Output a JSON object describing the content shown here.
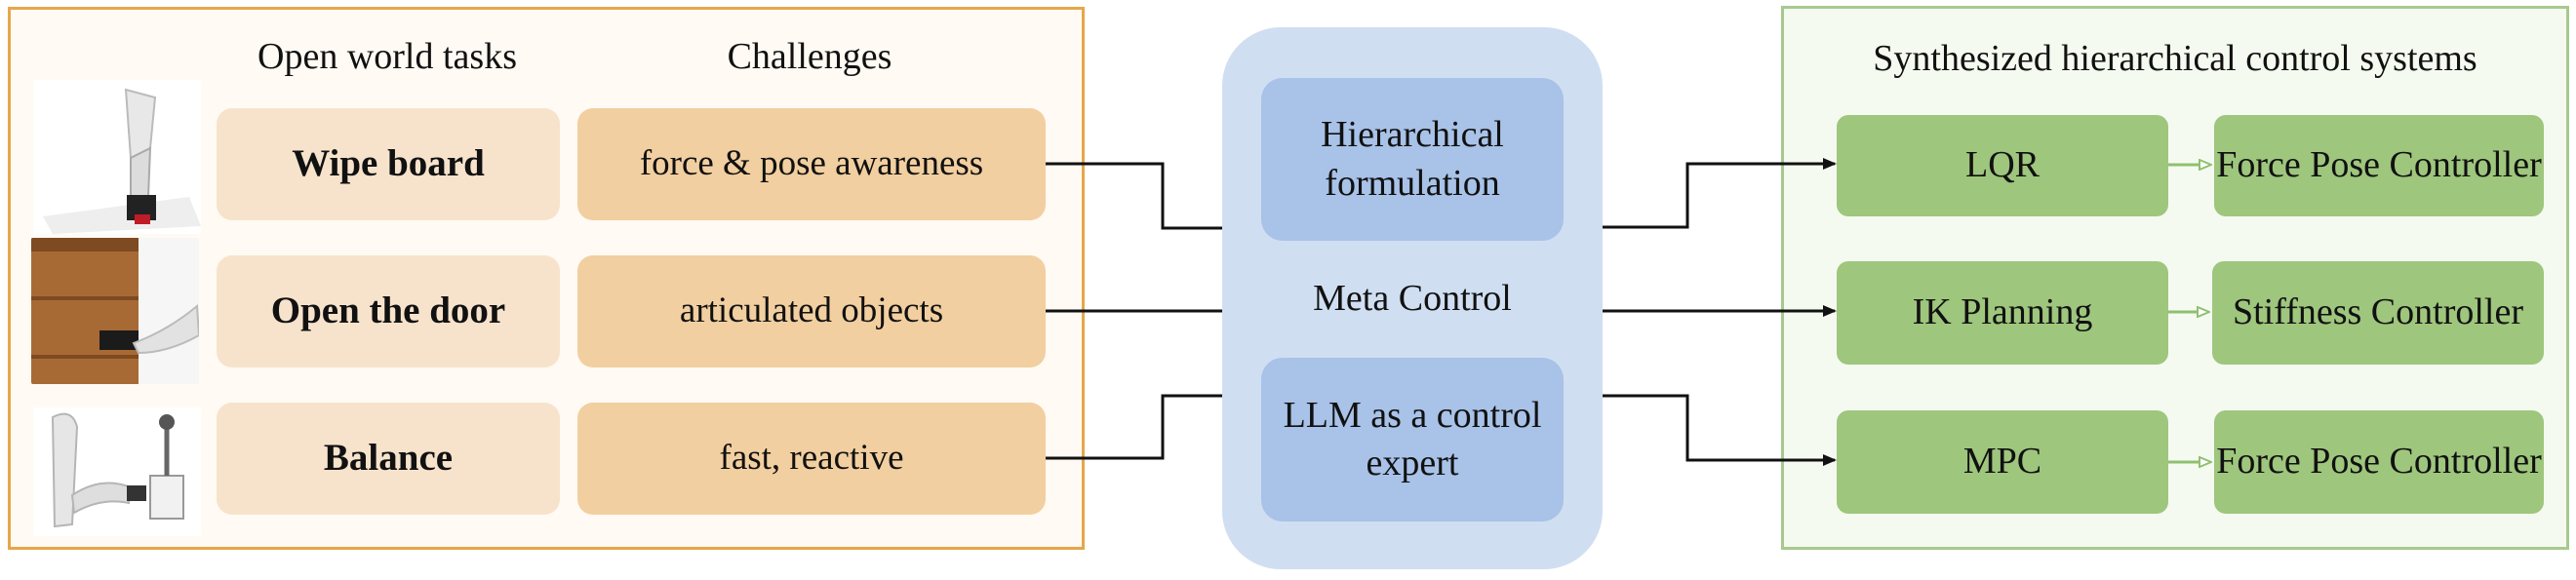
{
  "left": {
    "tasks_header": "Open world tasks",
    "challenges_header": "Challenges",
    "rows": [
      {
        "task": "Wipe board",
        "challenge": "force & pose awareness"
      },
      {
        "task": "Open the door",
        "challenge": "articulated objects"
      },
      {
        "task": "Balance",
        "challenge": "fast, reactive"
      }
    ]
  },
  "middle": {
    "top_box": "Hierarchical formulation",
    "label": "Meta Control",
    "bottom_box": "LLM as a control expert"
  },
  "right": {
    "header": "Synthesized hierarchical control systems",
    "rows": [
      {
        "planner": "LQR",
        "controller": "Force Pose Controller"
      },
      {
        "planner": "IK Planning",
        "controller": "Stiffness Controller"
      },
      {
        "planner": "MPC",
        "controller": "Force Pose Controller"
      }
    ]
  },
  "colors": {
    "left_border": "#e7a64b",
    "task_fill": "#f7e3cc",
    "challenge_fill": "#f2cfa0",
    "meta_panel": "#d0def1",
    "meta_box": "#a8c2e8",
    "right_border": "#a7c98f",
    "green_box": "#9ec67d",
    "green_arrow": "#8fc070"
  }
}
